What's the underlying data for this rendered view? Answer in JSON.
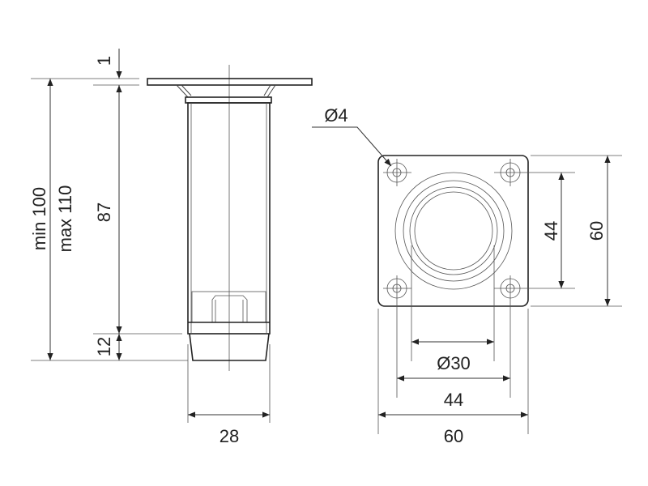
{
  "side_view": {
    "dim_plate_thickness": "1",
    "dim_total_min": "min 100",
    "dim_total_max": "max 110",
    "dim_tube_height": "87",
    "dim_foot_height": "12",
    "dim_tube_diameter": "28"
  },
  "top_view": {
    "dim_hole_diameter": "Ø4",
    "dim_ring_diameter": "Ø30",
    "dim_hole_spacing_h": "44",
    "dim_plate_width": "60",
    "dim_hole_spacing_v": "44",
    "dim_plate_height": "60"
  }
}
